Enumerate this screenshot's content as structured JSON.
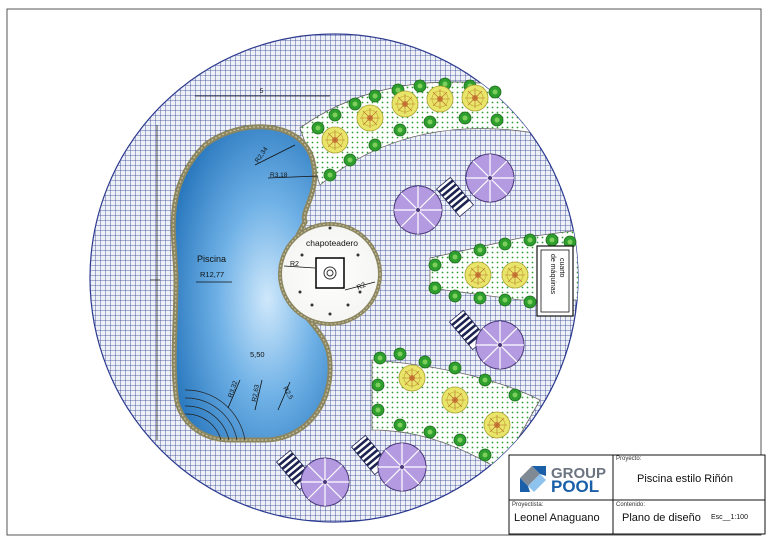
{
  "labels": {
    "pool": "Piscina",
    "pool_radius": "R12,77",
    "r1": "R2,34",
    "r2": "R3,18",
    "r3": "R3,32",
    "r4": "R2,63",
    "r5": "R2,5",
    "pool_width": "5,50",
    "top_dim": "5",
    "kids_pool": "chapoteadero",
    "kids_r_left": "R2",
    "kids_r_right": "R2",
    "machine_room_line1": "cuarto",
    "machine_room_line2": "de máquinas"
  },
  "title_block": {
    "logo_line1": "GROUP",
    "logo_line2": "POOL",
    "project_caption": "Proyecto:",
    "project": "Piscina estilo Riñón",
    "designer_caption": "Proyectista:",
    "designer": "Leonel Anaguano",
    "content_caption": "Contenido:",
    "content": "Plano de diseño",
    "scale": "Esc__1:100"
  },
  "colors": {
    "grid": "#2b3a8f",
    "pool_water": "#3f8fd6",
    "pool_edge": "#8b8660",
    "plant_green": "#2e9e2e",
    "flower_yellow": "#e6e04a",
    "umbrella": "#b49ae0",
    "logo_blue": "#1a5fa8"
  }
}
